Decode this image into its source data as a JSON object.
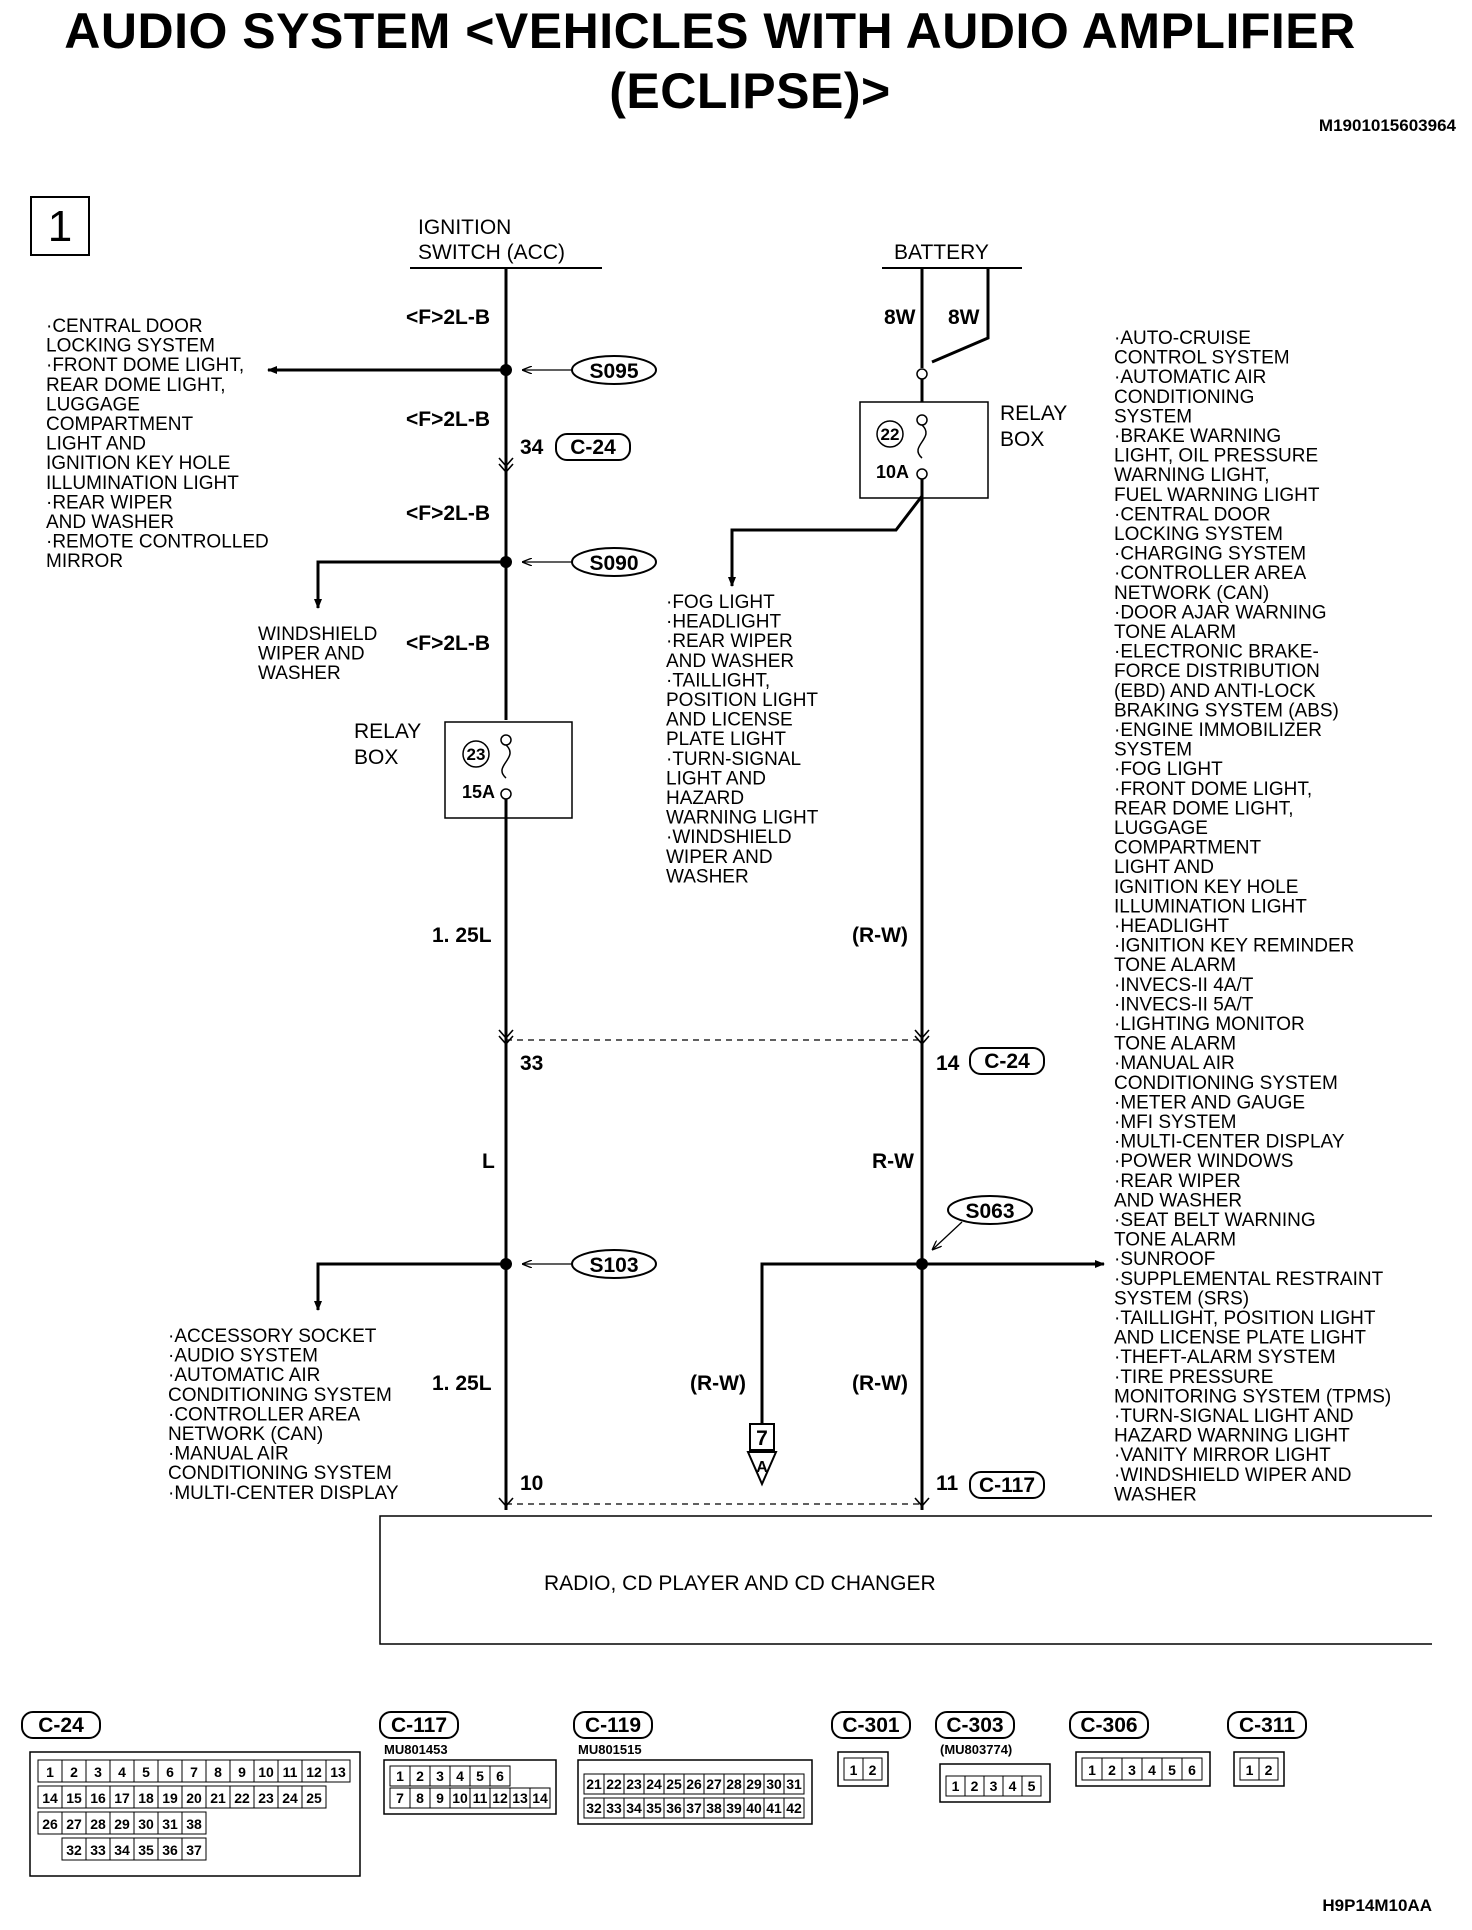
{
  "title": {
    "line1": "AUDIO SYSTEM <VEHICLES WITH AUDIO AMPLIFIER",
    "line2": "(ECLIPSE)>"
  },
  "doc_id": "M1901015603964",
  "footer_id": "H9P14M10AA",
  "sheet_number": "1",
  "sources": {
    "ignition_line1": "IGNITION",
    "ignition_line2": "SWITCH (ACC)",
    "battery": "BATTERY"
  },
  "wires": {
    "f2lb": "<F>2L-B",
    "w8": "8W",
    "l125": "1. 25L",
    "rw_paren": "(R-W)",
    "l": "L",
    "rw": "R-W"
  },
  "splices": {
    "s095": "S095",
    "s090": "S090",
    "s103": "S103",
    "s063": "S063"
  },
  "relay": {
    "label_line1": "RELAY",
    "label_line2": "BOX",
    "fuse22_no": "22",
    "fuse22_amp": "10A",
    "fuse23_no": "23",
    "fuse23_amp": "15A"
  },
  "pins": {
    "p34": "34",
    "p33": "33",
    "p14": "14",
    "p10": "10",
    "p11": "11",
    "c24": "C-24",
    "c117": "C-117"
  },
  "offpage": {
    "num": "7",
    "letter": "A"
  },
  "lists": {
    "top_left": [
      "·CENTRAL DOOR",
      " LOCKING SYSTEM",
      "·FRONT DOME LIGHT,",
      " REAR DOME LIGHT,",
      " LUGGAGE",
      " COMPARTMENT",
      " LIGHT AND",
      " IGNITION KEY HOLE",
      " ILLUMINATION LIGHT",
      "·REAR WIPER",
      " AND WASHER",
      "·REMOTE CONTROLLED",
      " MIRROR"
    ],
    "windshield": [
      "WINDSHIELD",
      "WIPER AND",
      "WASHER"
    ],
    "middle": [
      "·FOG LIGHT",
      "·HEADLIGHT",
      "·REAR WIPER",
      " AND WASHER",
      "·TAILLIGHT,",
      " POSITION LIGHT",
      " AND LICENSE",
      " PLATE LIGHT",
      "·TURN-SIGNAL",
      " LIGHT AND",
      " HAZARD",
      " WARNING LIGHT",
      "·WINDSHIELD",
      " WIPER AND",
      " WASHER"
    ],
    "bottom_left": [
      "·ACCESSORY SOCKET",
      "·AUDIO SYSTEM",
      "·AUTOMATIC AIR",
      " CONDITIONING SYSTEM",
      "·CONTROLLER AREA",
      " NETWORK (CAN)",
      "·MANUAL AIR",
      " CONDITIONING SYSTEM",
      "·MULTI-CENTER DISPLAY"
    ],
    "right": [
      "·AUTO-CRUISE",
      " CONTROL SYSTEM",
      "·AUTOMATIC AIR",
      " CONDITIONING",
      " SYSTEM",
      "·BRAKE WARNING",
      " LIGHT, OIL PRESSURE",
      " WARNING LIGHT,",
      " FUEL WARNING LIGHT",
      "·CENTRAL DOOR",
      " LOCKING SYSTEM",
      "·CHARGING SYSTEM",
      "·CONTROLLER AREA",
      " NETWORK (CAN)",
      "·DOOR AJAR WARNING",
      " TONE ALARM",
      "·ELECTRONIC BRAKE-",
      " FORCE DISTRIBUTION",
      " (EBD) AND ANTI-LOCK",
      " BRAKING SYSTEM (ABS)",
      "·ENGINE IMMOBILIZER",
      " SYSTEM",
      "·FOG LIGHT",
      "·FRONT DOME LIGHT,",
      " REAR DOME LIGHT,",
      " LUGGAGE",
      " COMPARTMENT",
      " LIGHT AND",
      " IGNITION KEY HOLE",
      " ILLUMINATION LIGHT",
      "·HEADLIGHT",
      "·IGNITION KEY REMINDER",
      " TONE ALARM",
      "·INVECS-II 4A/T",
      "·INVECS-II 5A/T",
      "·LIGHTING MONITOR",
      " TONE ALARM",
      "·MANUAL AIR",
      " CONDITIONING SYSTEM",
      "·METER AND GAUGE",
      "·MFI SYSTEM",
      "·MULTI-CENTER DISPLAY",
      "·POWER WINDOWS",
      "·REAR WIPER",
      " AND WASHER",
      "·SEAT BELT WARNING",
      " TONE ALARM",
      "·SUNROOF",
      "·SUPPLEMENTAL RESTRAINT",
      " SYSTEM (SRS)",
      "·TAILLIGHT, POSITION LIGHT",
      " AND LICENSE PLATE LIGHT",
      "·THEFT-ALARM SYSTEM",
      "·TIRE PRESSURE",
      " MONITORING SYSTEM (TPMS)",
      "·TURN-SIGNAL LIGHT AND",
      " HAZARD WARNING LIGHT",
      "·VANITY MIRROR LIGHT",
      "·WINDSHIELD WIPER AND",
      " WASHER"
    ]
  },
  "component": "RADIO, CD PLAYER AND CD CHANGER",
  "connectors": {
    "c24": {
      "label": "C-24",
      "row1": [
        "1",
        "2",
        "3",
        "4",
        "5",
        "6",
        "7",
        "8",
        "9",
        "10",
        "11",
        "12",
        "13"
      ],
      "row2": [
        "14",
        "15",
        "16",
        "17",
        "18",
        "19",
        "20",
        "21",
        "22",
        "23",
        "24",
        "25"
      ],
      "row3": [
        "26",
        "27",
        "28",
        "29",
        "30",
        "31",
        "38"
      ],
      "row4": [
        "32",
        "33",
        "34",
        "35",
        "36",
        "37"
      ]
    },
    "c117": {
      "label": "C-117",
      "part": "MU801453",
      "row1": [
        "1",
        "2",
        "3",
        "4",
        "5",
        "6"
      ],
      "row2": [
        "7",
        "8",
        "9",
        "10",
        "11",
        "12",
        "13",
        "14"
      ]
    },
    "c119": {
      "label": "C-119",
      "part": "MU801515",
      "row1": [
        "21",
        "22",
        "23",
        "24",
        "25",
        "26",
        "27",
        "28",
        "29",
        "30",
        "31"
      ],
      "row2": [
        "32",
        "33",
        "34",
        "35",
        "36",
        "37",
        "38",
        "39",
        "40",
        "41",
        "42"
      ]
    },
    "c301": {
      "label": "C-301",
      "pins": [
        "1",
        "2"
      ]
    },
    "c303": {
      "label": "C-303",
      "part": "(MU803774)",
      "pins": [
        "1",
        "2",
        "3",
        "4",
        "5"
      ]
    },
    "c306": {
      "label": "C-306",
      "pins": [
        "1",
        "2",
        "3",
        "4",
        "5",
        "6"
      ]
    },
    "c311": {
      "label": "C-311",
      "pins": [
        "1",
        "2"
      ]
    }
  }
}
